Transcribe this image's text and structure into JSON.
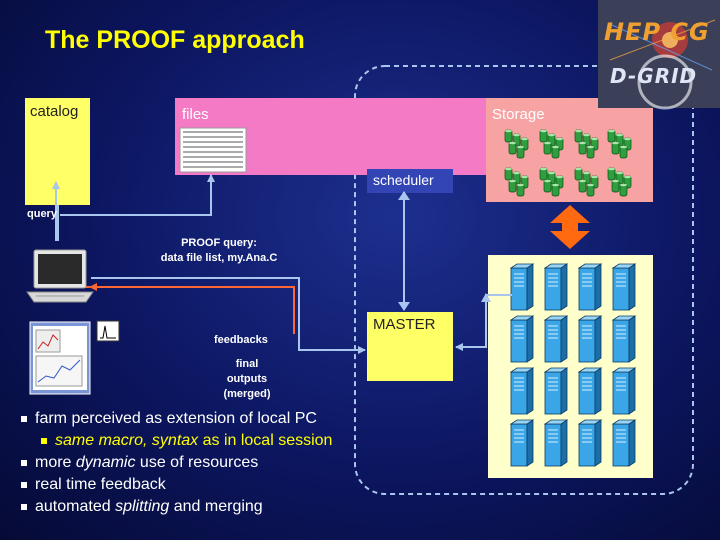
{
  "title": "The PROOF approach",
  "logo": {
    "line1": "HEP CG",
    "line2": "D-GRID"
  },
  "catalog": {
    "label": "catalog"
  },
  "files": {
    "label": "files"
  },
  "storage": {
    "label": "Storage"
  },
  "scheduler": {
    "label": "scheduler"
  },
  "master": {
    "label": "MASTER"
  },
  "labels": {
    "query": "query",
    "proof_query_line1": "PROOF query:",
    "proof_query_line2": "data file list, my.Ana.C",
    "feedbacks": "feedbacks",
    "final_line1": "final",
    "final_line2": "outputs",
    "final_line3": "(merged)"
  },
  "bullets": {
    "b1": "farm perceived as extension of local PC",
    "b2_em": "same macro, syntax",
    "b2_rest": " as in local session",
    "b3_pre": "more ",
    "b3_em": "dynamic",
    "b3_post": " use of resources",
    "b4": "real time feedback",
    "b5_pre": "automated ",
    "b5_em": "splitting",
    "b5_post": " and merging"
  },
  "colors": {
    "title": "#ffff00",
    "catalog_box": "#ffff66",
    "files_box": "#f47ac6",
    "storage_box": "#f7a3a3",
    "scheduler_box": "#3345b5",
    "master_box": "#ffff66",
    "cluster_box": "#ffffcc",
    "connector": "#a9c6ee",
    "feedback_line": "#ff6633",
    "double_arrow": "#ff6a10"
  }
}
